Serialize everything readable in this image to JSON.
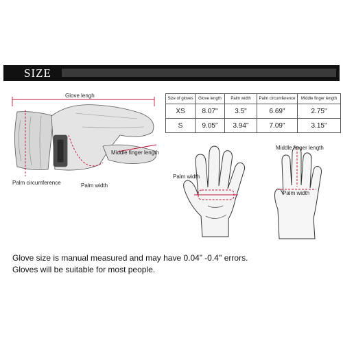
{
  "banner": {
    "title": "SIZE"
  },
  "left_figure": {
    "glove_length_label": "Glove lengh",
    "middle_finger_label": "Middle finger length",
    "palm_circumference_label": "Palm circumference",
    "palm_width_label": "Palm width"
  },
  "size_table": {
    "headers": [
      "Size of gloves",
      "Glove length",
      "Palm width",
      "Palm circumference",
      "Middle finger length"
    ],
    "rows": [
      [
        "XS",
        "8.07\"",
        "3.5\"",
        "6.69\"",
        "2.75\""
      ],
      [
        "S",
        "9.05\"",
        "3.94\"",
        "7.09\"",
        "3.15\""
      ]
    ]
  },
  "hand_figure": {
    "palm_width_label": "Palm width"
  },
  "glove_figure": {
    "middle_finger_label": "Middle finger length",
    "palm_width_label": "Palm width"
  },
  "notes": {
    "line1": "Glove size is manual measured and may  have 0.04”  -0.4'' errors.",
    "line2": "Gloves will be suitable for most people."
  },
  "colors": {
    "banner_bg": "#111111",
    "measure_line": "#c0143c",
    "table_border": "#555555"
  }
}
